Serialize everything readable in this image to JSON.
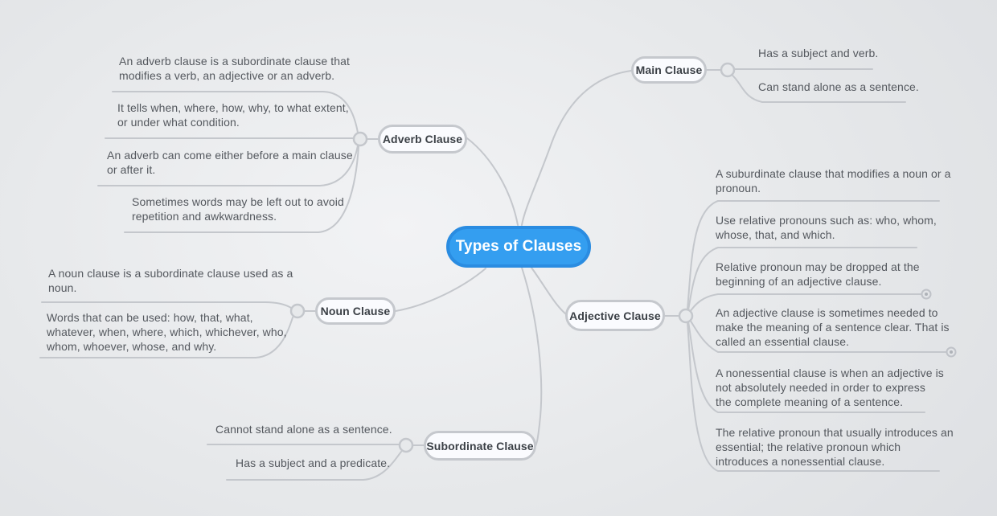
{
  "root": {
    "label": "Types of Clauses"
  },
  "branches": {
    "main": {
      "label": "Main Clause",
      "leaves": [
        "Has a subject and verb.",
        "Can stand alone as a sentence."
      ]
    },
    "adverb": {
      "label": "Adverb Clause",
      "leaves": [
        "An adverb clause is a subordinate clause that\nmodifies a verb, an adjective or an adverb.",
        "It tells when, where, how, why, to what extent,\nor under what condition.",
        "An adverb can come either before a main clause\nor after it.",
        "Sometimes words may be left out to avoid\nrepetition and awkwardness."
      ]
    },
    "noun": {
      "label": "Noun Clause",
      "leaves": [
        "A noun clause is a subordinate clause used as a\nnoun.",
        "Words that can be used: how, that, what,\nwhatever, when, where, which, whichever, who,\nwhom, whoever, whose, and why."
      ]
    },
    "adjective": {
      "label": "Adjective Clause",
      "leaves": [
        "A suburdinate clause that modifies a noun or a\npronoun.",
        "Use relative pronouns such as: who, whom,\nwhose, that, and which.",
        "Relative pronoun may be dropped at the\nbeginning of an adjective clause.",
        "An adjective clause is sometimes needed to\nmake the meaning of a sentence clear. That is\ncalled an essential clause.",
        "A nonessential clause is when an adjective is\nnot absolutely needed in order to express\nthe complete meaning of a sentence.",
        "The relative pronoun that usually introduces an\nessential; the relative pronoun which\nintroduces a nonessential clause."
      ]
    },
    "subordinate": {
      "label": "Subordinate Clause",
      "leaves": [
        "Cannot stand alone as a sentence.",
        "Has a subject and a predicate."
      ]
    }
  },
  "colors": {
    "root_fill": "#349ef0",
    "root_border": "#2a8ce1",
    "root_text": "#ffffff",
    "node_fill": "#fafbfe",
    "node_border": "#c5c8cd",
    "node_text": "#3b4046",
    "leaf_text": "#54585e",
    "connector_line": "#c4c7cc",
    "background_center": "#f2f3f5",
    "background_edge": "#dadce0"
  }
}
